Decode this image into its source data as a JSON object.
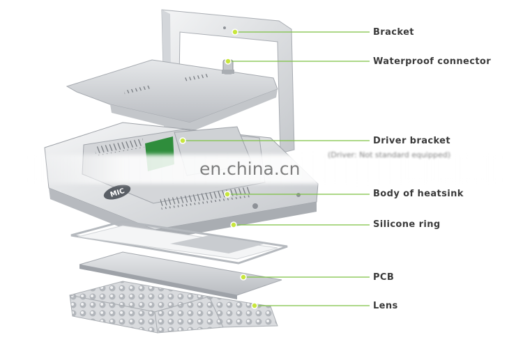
{
  "diagram": {
    "labels": {
      "bracket": "Bracket",
      "waterproof_connector": "Waterproof connector",
      "driver_bracket": "Driver bracket",
      "driver_note": "(Driver: Not standard equipped)",
      "body_of_heatsink": "Body of heatsink",
      "silicone_ring": "Silicone ring",
      "pcb": "PCB",
      "lens": "Lens"
    },
    "product_badge": "MIC",
    "watermark": "en.china.cn"
  },
  "colors": {
    "leader_line": "#7cc142",
    "leader_dot": "#c8e63c",
    "label_text": "#3a3a3a",
    "metal_light": "#e9eaec",
    "metal_mid": "#c9ccd0",
    "metal_dark": "#9ea2a8",
    "board_green": "#2f8d3c",
    "lens_frame": "#d6d8db"
  }
}
